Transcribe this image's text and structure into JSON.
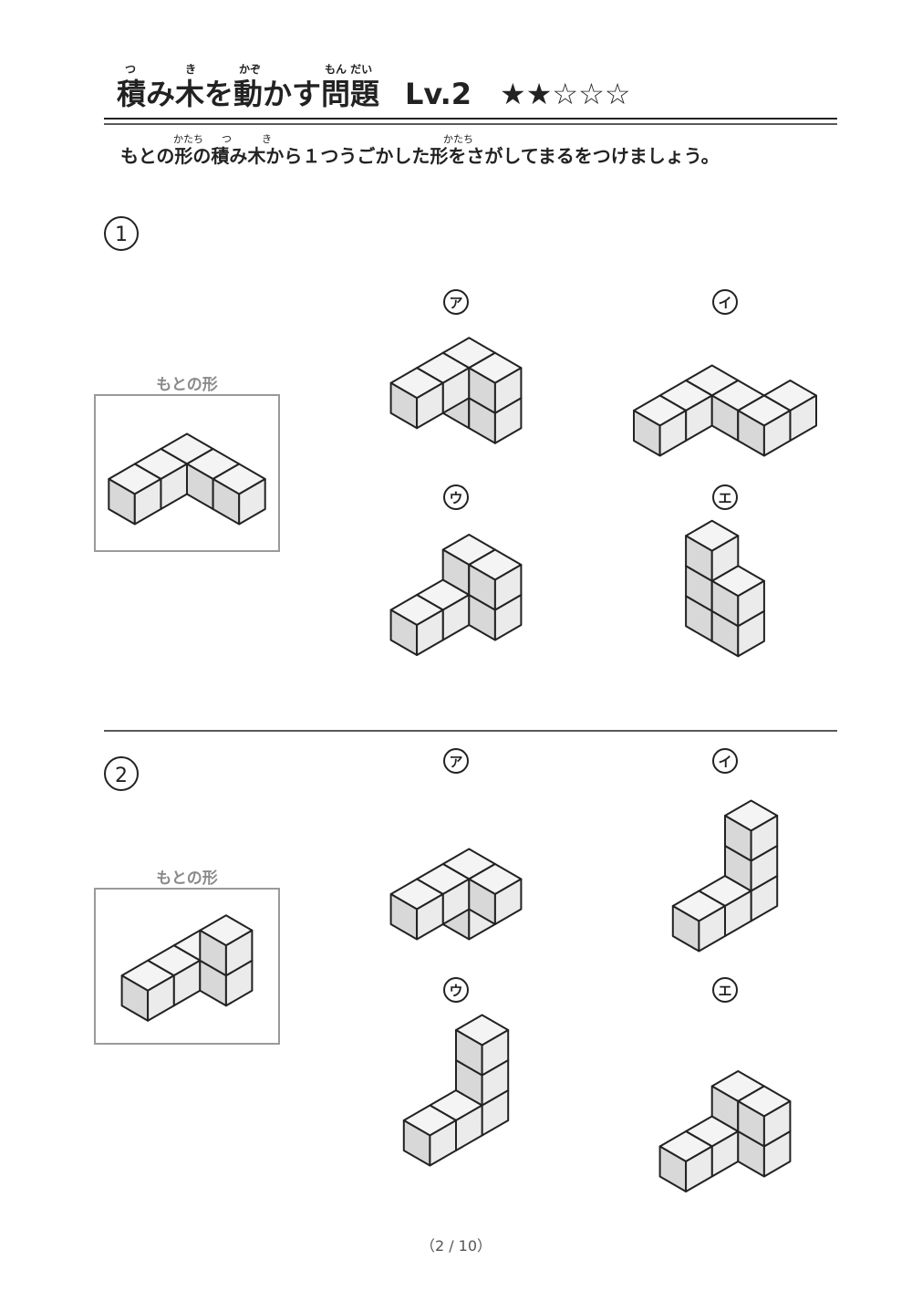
{
  "header": {
    "title": "積み木を動かす問題",
    "title_ruby": [
      {
        "text": "つ",
        "base": "積"
      },
      {
        "text": "き",
        "base": "木"
      },
      {
        "text": "かぞ",
        "base": "動"
      },
      {
        "text": "もん だい",
        "base": "問題"
      }
    ],
    "level": "Lv.2",
    "stars": "★★☆☆☆"
  },
  "instruction": {
    "text": "もとの形の積み木から１つうごかした形をさがしてまるをつけましょう。",
    "ruby": [
      {
        "text": "かたち",
        "base": "形"
      },
      {
        "text": "つ",
        "base": "積"
      },
      {
        "text": "き",
        "base": "木"
      },
      {
        "text": "かたち",
        "base": "形"
      }
    ]
  },
  "problems": [
    {
      "number": "1",
      "original_label": "もとの形",
      "original": [
        [
          0,
          0,
          0
        ],
        [
          0,
          1,
          0
        ],
        [
          0,
          2,
          0
        ],
        [
          1,
          0,
          0
        ],
        [
          2,
          0,
          0
        ]
      ],
      "options": [
        {
          "label": "ア",
          "cubes": [
            [
              0,
              0,
              0
            ],
            [
              0,
              0,
              1
            ],
            [
              0,
              1,
              1
            ],
            [
              0,
              2,
              1
            ],
            [
              1,
              0,
              0
            ],
            [
              1,
              0,
              1
            ]
          ]
        },
        {
          "label": "イ",
          "cubes": [
            [
              0,
              0,
              0
            ],
            [
              0,
              1,
              0
            ],
            [
              0,
              2,
              0
            ],
            [
              1,
              0,
              0
            ],
            [
              2,
              0,
              0
            ],
            [
              2,
              -1,
              0
            ]
          ]
        },
        {
          "label": "ウ",
          "cubes": [
            [
              0,
              0,
              0
            ],
            [
              0,
              0,
              1
            ],
            [
              0,
              1,
              0
            ],
            [
              1,
              0,
              0
            ],
            [
              1,
              0,
              1
            ],
            [
              0,
              2,
              0
            ]
          ]
        },
        {
          "label": "エ",
          "cubes": [
            [
              0,
              0,
              0
            ],
            [
              0,
              0,
              1
            ],
            [
              0,
              0,
              2
            ],
            [
              1,
              0,
              0
            ],
            [
              1,
              0,
              1
            ]
          ]
        }
      ]
    },
    {
      "number": "2",
      "original_label": "もとの形",
      "original": [
        [
          0,
          0,
          0
        ],
        [
          0,
          1,
          0
        ],
        [
          0,
          2,
          0
        ],
        [
          1,
          0,
          0
        ],
        [
          1,
          0,
          1
        ]
      ],
      "options": [
        {
          "label": "ア",
          "cubes": [
            [
              0,
              0,
              0
            ],
            [
              0,
              0,
              1
            ],
            [
              0,
              1,
              1
            ],
            [
              0,
              2,
              1
            ],
            [
              1,
              0,
              1
            ]
          ]
        },
        {
          "label": "イ",
          "cubes": [
            [
              0,
              0,
              0
            ],
            [
              0,
              0,
              1
            ],
            [
              0,
              0,
              2
            ],
            [
              0,
              1,
              0
            ],
            [
              0,
              2,
              0
            ]
          ]
        },
        {
          "label": "ウ",
          "cubes": [
            [
              0,
              0,
              0
            ],
            [
              0,
              0,
              1
            ],
            [
              0,
              0,
              2
            ],
            [
              0,
              1,
              0
            ],
            [
              0,
              2,
              0
            ]
          ]
        },
        {
          "label": "エ",
          "cubes": [
            [
              0,
              0,
              0
            ],
            [
              0,
              0,
              1
            ],
            [
              0,
              1,
              0
            ],
            [
              0,
              2,
              0
            ],
            [
              1,
              0,
              0
            ],
            [
              1,
              0,
              1
            ]
          ]
        }
      ]
    }
  ],
  "footer": {
    "page": "（2 / 10）"
  }
}
